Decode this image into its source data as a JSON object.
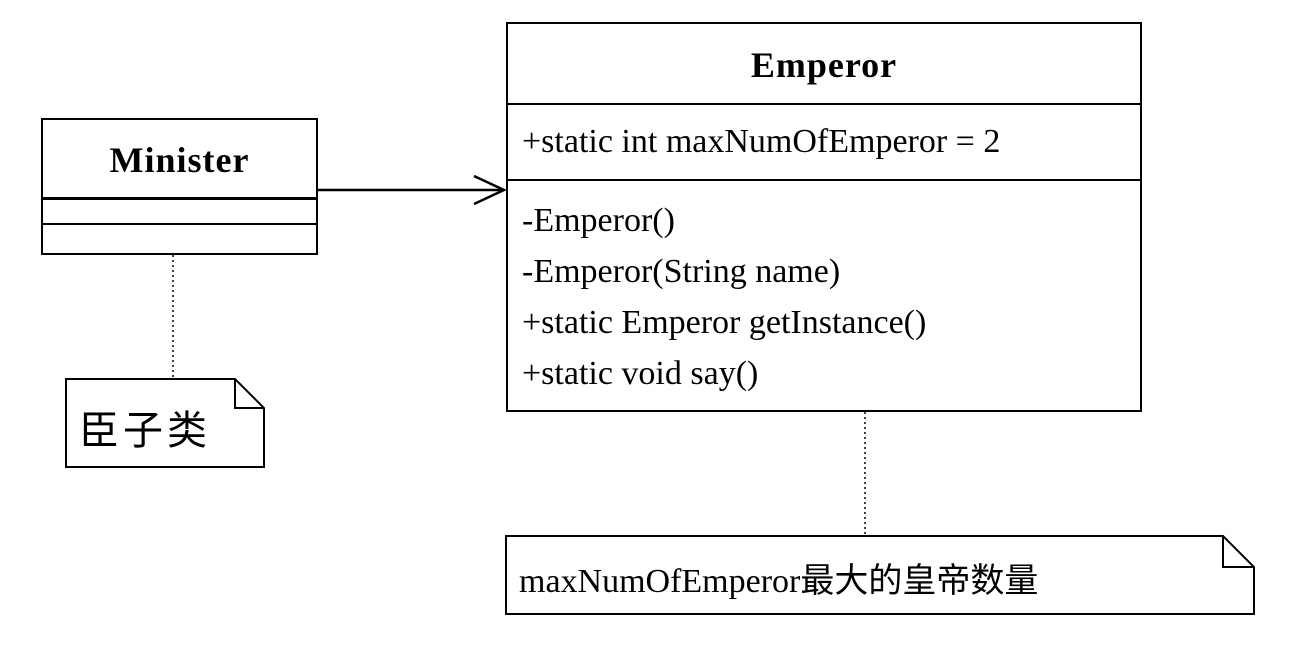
{
  "diagram": {
    "classes": {
      "minister": {
        "name": "Minister",
        "attributes": [],
        "operations": []
      },
      "emperor": {
        "name": "Emperor",
        "attributes": [
          "+static int maxNumOfEmperor = 2"
        ],
        "operations": [
          "-Emperor()",
          "-Emperor(String name)",
          "+static Emperor getInstance()",
          "+static void say()"
        ]
      }
    },
    "notes": {
      "minister_note": "臣子类",
      "emperor_note": "maxNumOfEmperor最大的皇帝数量"
    },
    "relations": [
      {
        "type": "association",
        "from": "Minister",
        "to": "Emperor",
        "arrow": "open"
      },
      {
        "type": "note-anchor",
        "from": "臣子类",
        "to": "Minister",
        "style": "dotted"
      },
      {
        "type": "note-anchor",
        "from": "maxNumOfEmperor最大的皇帝数量",
        "to": "Emperor",
        "style": "dotted"
      }
    ],
    "colors": {
      "line": "#000000",
      "background": "#ffffff"
    }
  }
}
